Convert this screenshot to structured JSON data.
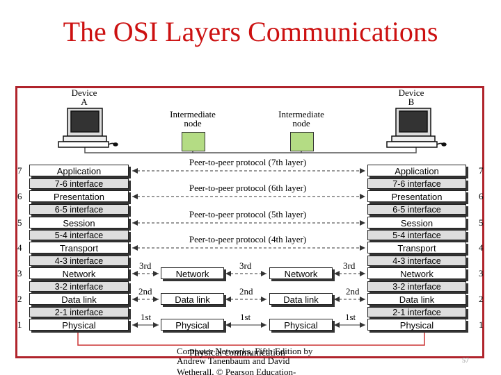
{
  "title": "The OSI Layers Communications",
  "device_a": {
    "line1": "Device",
    "line2": "A"
  },
  "device_b": {
    "line1": "Device",
    "line2": "B"
  },
  "intermediate_label": {
    "line1": "Intermediate",
    "line2": "node"
  },
  "layer_numbers": [
    "7",
    "6",
    "5",
    "4",
    "3",
    "2",
    "1"
  ],
  "device_layers": [
    "Application",
    "Presentation",
    "Session",
    "Transport",
    "Network",
    "Data link",
    "Physical"
  ],
  "interfaces": [
    "7-6 interface",
    "6-5 interface",
    "5-4 interface",
    "4-3 interface",
    "3-2 interface",
    "2-1 interface"
  ],
  "node_layers": [
    "Network",
    "Data link",
    "Physical"
  ],
  "peer_protocols": [
    "Peer-to-peer protocol (7th layer)",
    "Peer-to-peer protocol (6th layer)",
    "Peer-to-peer protocol (5th layer)",
    "Peer-to-peer protocol (4th layer)"
  ],
  "hops": {
    "third": "3rd",
    "second": "2nd",
    "first": "1st"
  },
  "footer": {
    "overlay": "Physical communication",
    "credit_line1": "Computer Networks, Fifth Edition by",
    "credit_line2": "Andrew Tanenbaum and David",
    "credit_line3": "Wetherall, © Pearson Education-"
  },
  "page_number": "57",
  "colors": {
    "title": "#cc1111",
    "frame": "#b0242c",
    "node": "#b4dc84",
    "interface": "#dedede",
    "physical_link": "#cc3333"
  }
}
